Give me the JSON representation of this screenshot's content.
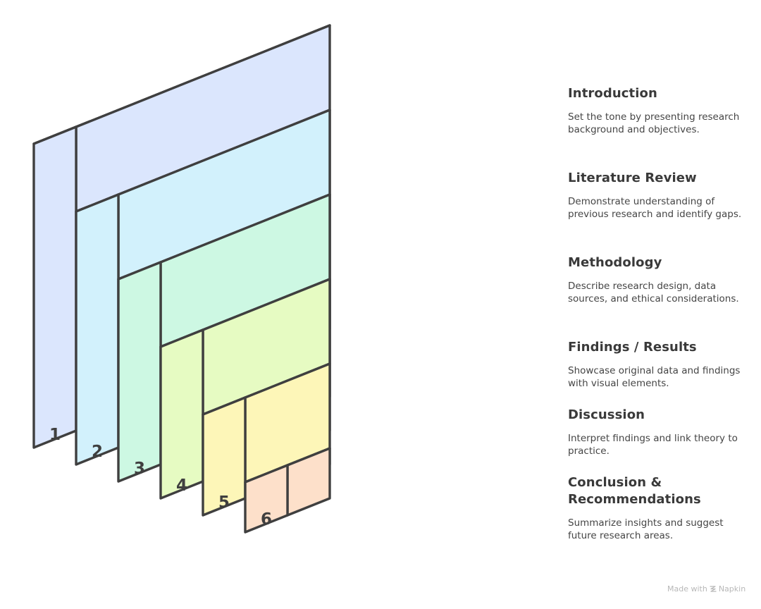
{
  "steps": [
    {
      "number": "1",
      "title": "Introduction",
      "description": "Set the tone by presenting research background and objectives.",
      "color": "#dbe6fd"
    },
    {
      "number": "2",
      "title": "Literature Review",
      "description": "Demonstrate understanding of previous research and identify gaps.",
      "color": "#d2f1fc"
    },
    {
      "number": "3",
      "title": "Methodology",
      "description": "Describe research design, data sources, and ethical considerations.",
      "color": "#cdf8e3"
    },
    {
      "number": "4",
      "title": "Findings / Results",
      "description": "Showcase original data and findings with visual elements.",
      "color": "#e6fbc2"
    },
    {
      "number": "5",
      "title": "Discussion",
      "description": "Interpret findings and link theory to practice.",
      "color": "#fdf6b8"
    },
    {
      "number": "6",
      "title": "Conclusion & Recommendations",
      "description": "Summarize insights and suggest future research areas.",
      "color": "#fde0ca"
    }
  ],
  "outline_color": "#3f3f3f",
  "credit": {
    "text": "Made with",
    "brand": "Napkin",
    "icon": "napkin-logo-icon"
  }
}
